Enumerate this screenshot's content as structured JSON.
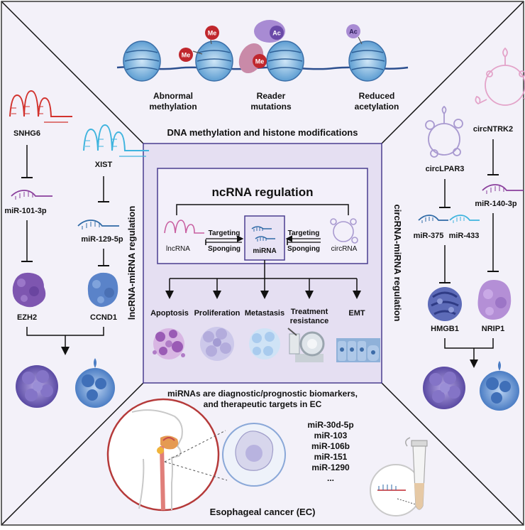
{
  "top_panel": {
    "title": "DNA methylation and histone modifications",
    "items": [
      {
        "label_line1": "Abnormal",
        "label_line2": "methylation"
      },
      {
        "label_line1": "Reader",
        "label_line2": "mutations"
      },
      {
        "label_line1": "Reduced",
        "label_line2": "acetylation"
      }
    ],
    "mark_me": "Me",
    "mark_ac": "Ac"
  },
  "left_panel": {
    "side_title": "lncRNA-miRNA regulation",
    "pathways": [
      {
        "lncrna": "SNHG6",
        "mirna": "miR-101-3p",
        "target": "EZH2"
      },
      {
        "lncrna": "XIST",
        "mirna": "miR-129-5p",
        "target": "CCND1"
      }
    ]
  },
  "right_panel": {
    "side_title": "circRNA-miRNA regulation",
    "circ1": "circLPAR3",
    "circ2": "circNTRK2",
    "mirnas": [
      "miR-375",
      "miR-433",
      "miR-140-3p"
    ],
    "targets": [
      "HMGB1",
      "NRIP1"
    ]
  },
  "center": {
    "title": "ncRNA regulation",
    "lncrna": "lncRNA",
    "mirna": "miRNA",
    "circrna": "circRNA",
    "targeting": "Targeting",
    "sponging": "Sponging",
    "outcomes": [
      {
        "line1": "Apoptosis",
        "line2": ""
      },
      {
        "line1": "Proliferation",
        "line2": ""
      },
      {
        "line1": "Metastasis",
        "line2": ""
      },
      {
        "line1": "Treatment",
        "line2": "resistance"
      },
      {
        "line1": "EMT",
        "line2": ""
      }
    ]
  },
  "bottom_panel": {
    "title_line1": "miRNAs are diagnostic/prognostic biomarkers,",
    "title_line2": "and therapeutic targets in EC",
    "mirna_list": [
      "miR-30d-5p",
      "miR-103",
      "miR-106b",
      "miR-151",
      "miR-1290",
      "..."
    ],
    "caption": "Esophageal cancer (EC)"
  },
  "colors": {
    "panel_bg": "#f1eff8",
    "center_border": "#4a3d8f",
    "center_bg": "#e4def2",
    "cell_purple": "#6d5bb4",
    "cell_blue": "#6f9ad6",
    "lnc_red": "#d2332e",
    "lnc_cyan": "#3fb4de",
    "mirna_purple": "#8a3f9c",
    "mirna_blue": "#2f6aa6"
  }
}
